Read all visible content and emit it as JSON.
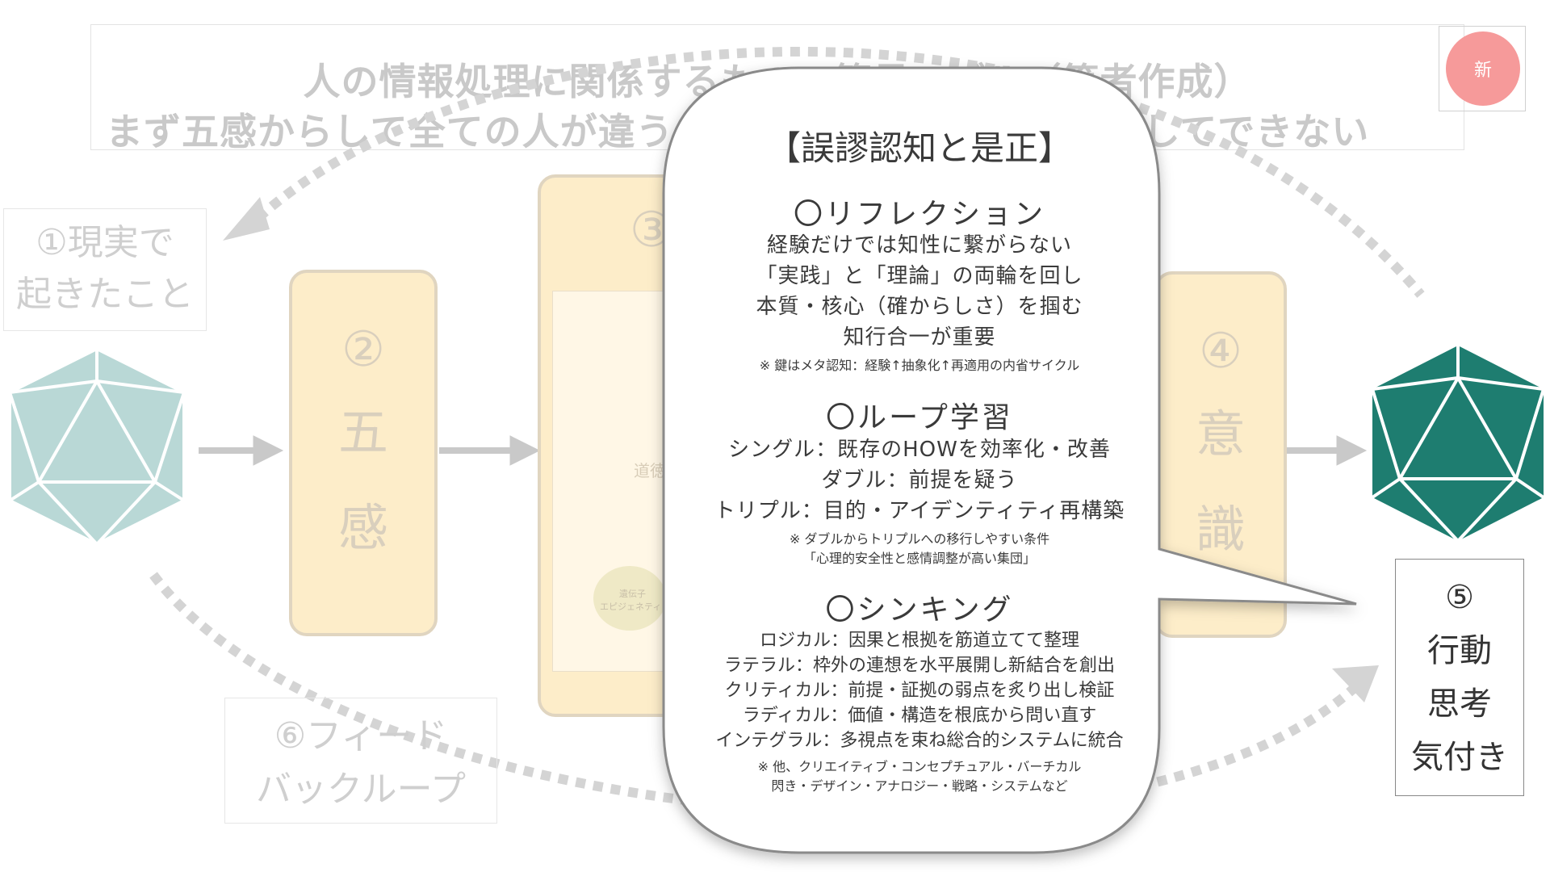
{
  "header": {
    "title_line1": "人の情報処理に関係するものの簡易モデル（筆者作成）",
    "title_line2": "まず五感からして全ての人が違う 完全に理解し合うことは決してできない",
    "badge": "新"
  },
  "steps": {
    "s1": [
      "①現実で",
      "起きたこと"
    ],
    "s2": {
      "num": "②",
      "chars": [
        "五",
        "感"
      ]
    },
    "s3": {
      "num": "③"
    },
    "s4": {
      "num": "④",
      "chars": [
        "意",
        "識"
      ]
    },
    "s5": [
      "⑤",
      "行動",
      "思考",
      "気付き"
    ],
    "s6": [
      "⑥フィード",
      "バックループ"
    ]
  },
  "colors": {
    "left_icosahedron": "#b9d8d6",
    "right_icosahedron": "#1e7d70",
    "panel_fill": "#fdedc9",
    "badge": "#f69a9a"
  },
  "bubble": {
    "title": "【誤謬認知と是正】",
    "reflection": {
      "heading": "〇リフレクション",
      "lines": [
        "経験だけでは知性に繋がらない",
        "「実践」と「理論」の両輪を回し",
        "本質・核心（確からしさ）を掴む",
        "知行合一が重要"
      ],
      "note": "※ 鍵はメタ認知：経験↑抽象化↑再適用の内省サイクル"
    },
    "loop": {
      "heading": "〇ループ学習",
      "lines": [
        "シングル：既存のHOWを効率化・改善",
        "ダブル：前提を疑う",
        "トリプル：目的・アイデンティティ再構築"
      ],
      "notes": [
        "※ ダブルからトリプルへの移行しやすい条件",
        "「心理的安全性と感情調整が高い集団」"
      ]
    },
    "thinking": {
      "heading": "〇シンキング",
      "lines": [
        "ロジカル：因果と根拠を筋道立てて整理",
        "ラテラル：枠外の連想を水平展開し新結合を創出",
        "クリティカル：前提・証拠の弱点を炙り出し検証",
        "ラディカル：価値・構造を根底から問い直す",
        "インテグラル：多視点を束ね総合的システムに統合"
      ],
      "notes": [
        "※ 他、クリエイティブ・コンセプチュアル・バーチカル",
        "閃き・デザイン・アナロジー・戦略・システムなど"
      ]
    }
  },
  "faded_inner": {
    "label1": "道徳",
    "label2": "遺伝子",
    "label3": "エピジェネティ"
  }
}
